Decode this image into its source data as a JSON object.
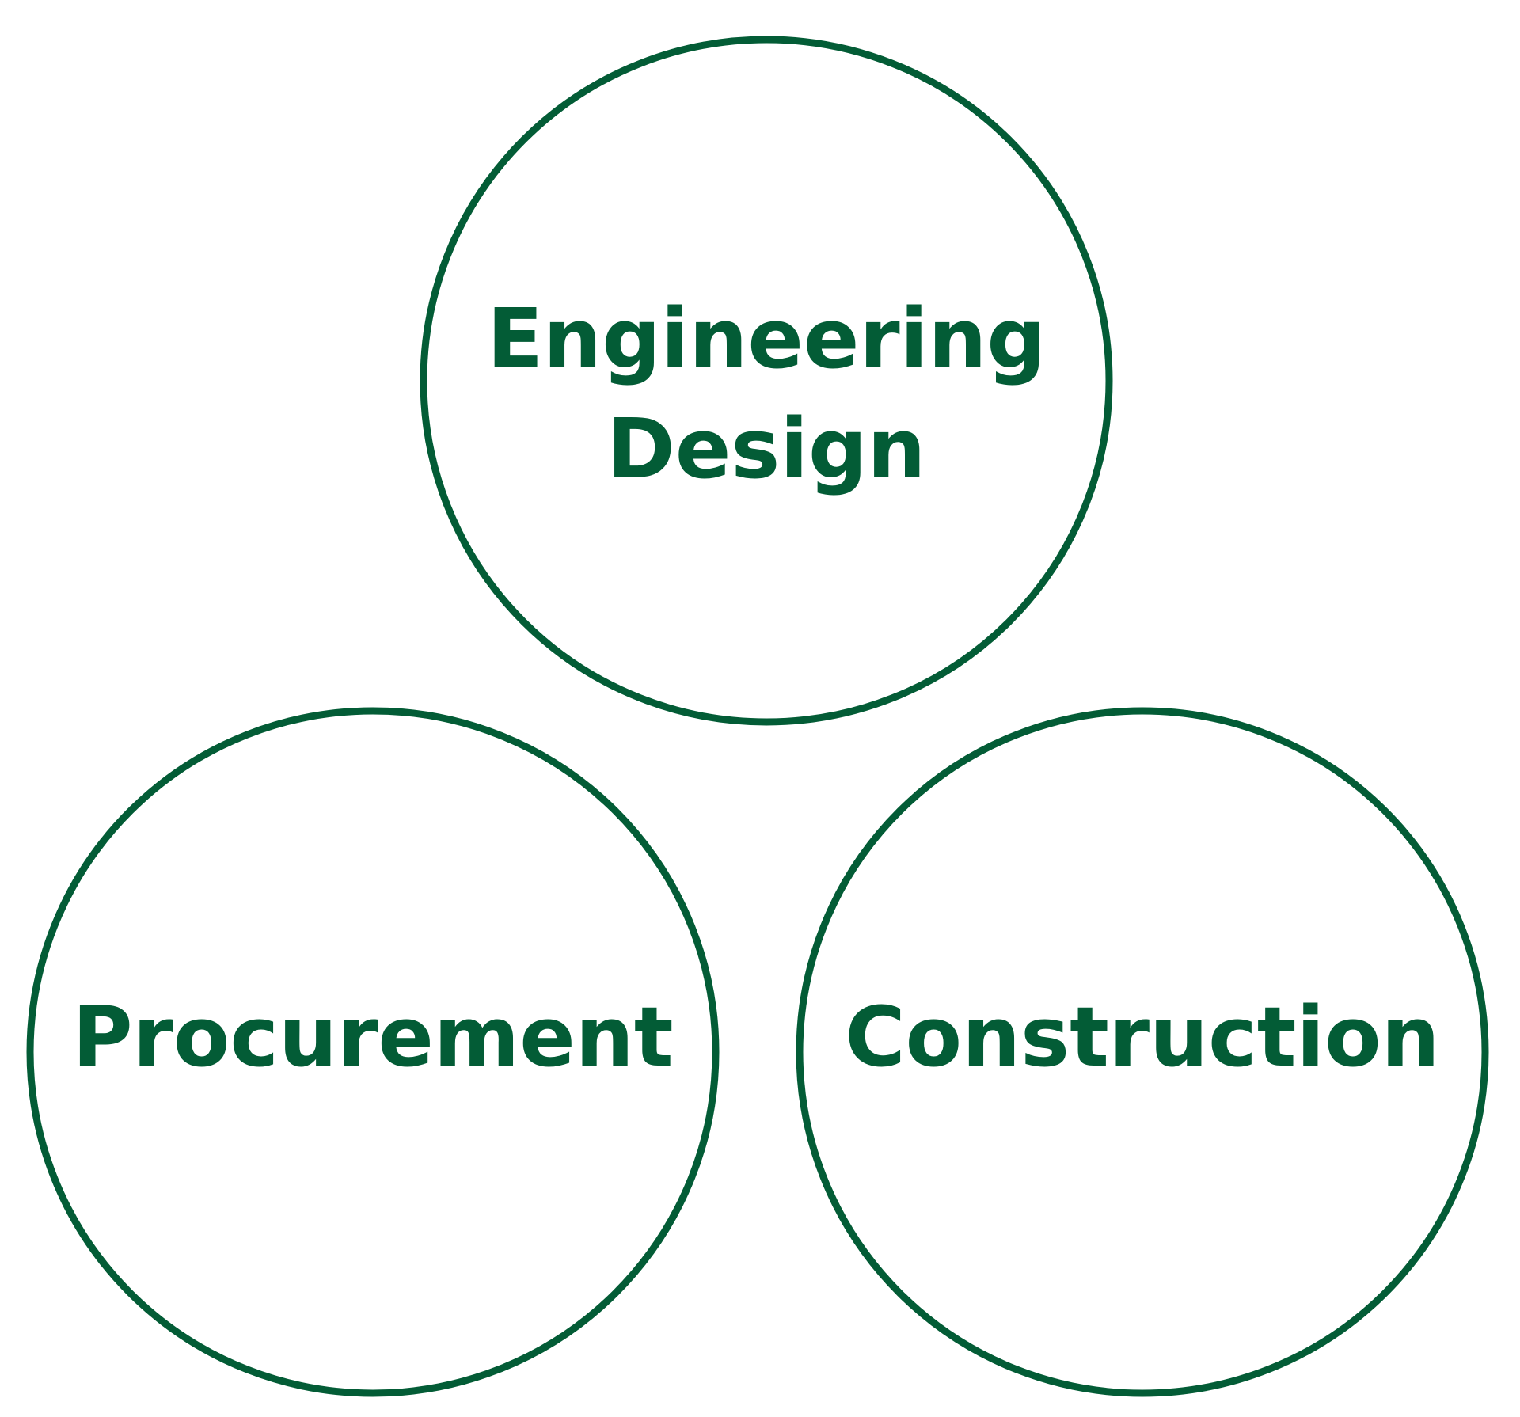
{
  "diagram": {
    "accent_color": "#035c36",
    "background_color": "#ffffff",
    "nodes": [
      {
        "id": "engineering-design",
        "label_lines": [
          "Engineering",
          "Design"
        ]
      },
      {
        "id": "procurement",
        "label_lines": [
          "Procurement"
        ]
      },
      {
        "id": "construction",
        "label_lines": [
          "Construction"
        ]
      }
    ]
  }
}
